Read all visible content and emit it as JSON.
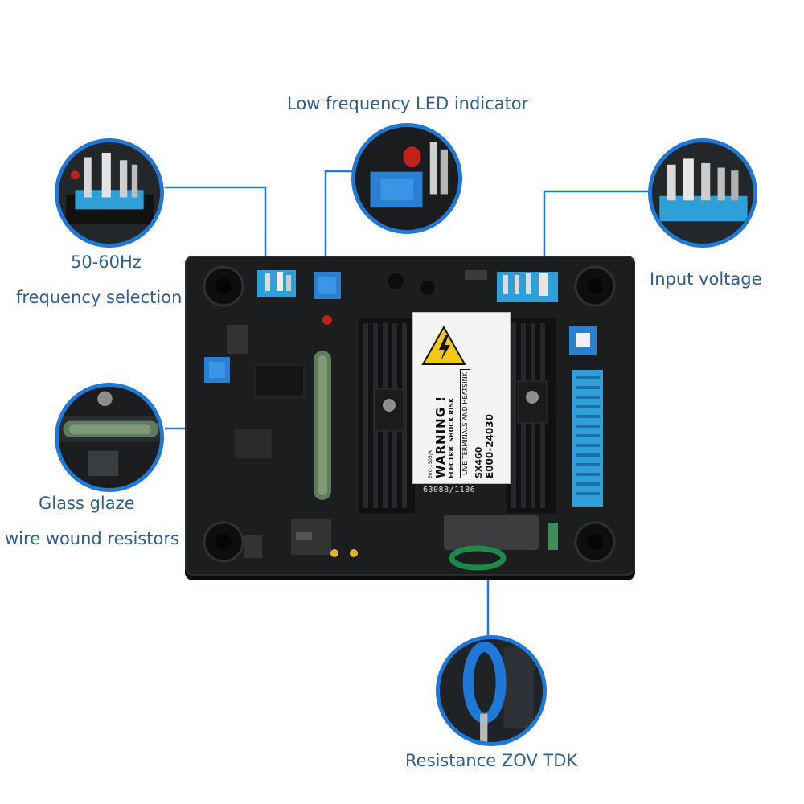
{
  "labels": {
    "low_frequency_led": "Low frequency LED indicator",
    "freq_line1": "50-60Hz",
    "freq_line2": "frequency selection",
    "input_voltage": "Input voltage",
    "resistor_line1": "Glass glaze",
    "resistor_line2": "wire wound resistors",
    "zov": "Resistance ZOV TDK"
  },
  "board": {
    "warning_title": "WARNING !",
    "warning_sub": "ELECTRIC SHOCK RISK",
    "warning_box": "LIVE TERMINALS AND HEATSINK",
    "model": "SX460",
    "code": "E000-24030",
    "top_code": "E00-1305/A",
    "serial": "63088/1186"
  },
  "colors": {
    "accent": "#1f78d8",
    "label_text": "#2d5f8f",
    "board": "#1c1d1f",
    "terminal_blue": "#2f9fd8",
    "led_red": "#c0221b",
    "zov_green": "#1d8a4b"
  },
  "icons": {
    "warning": "high-voltage-warning-icon"
  }
}
